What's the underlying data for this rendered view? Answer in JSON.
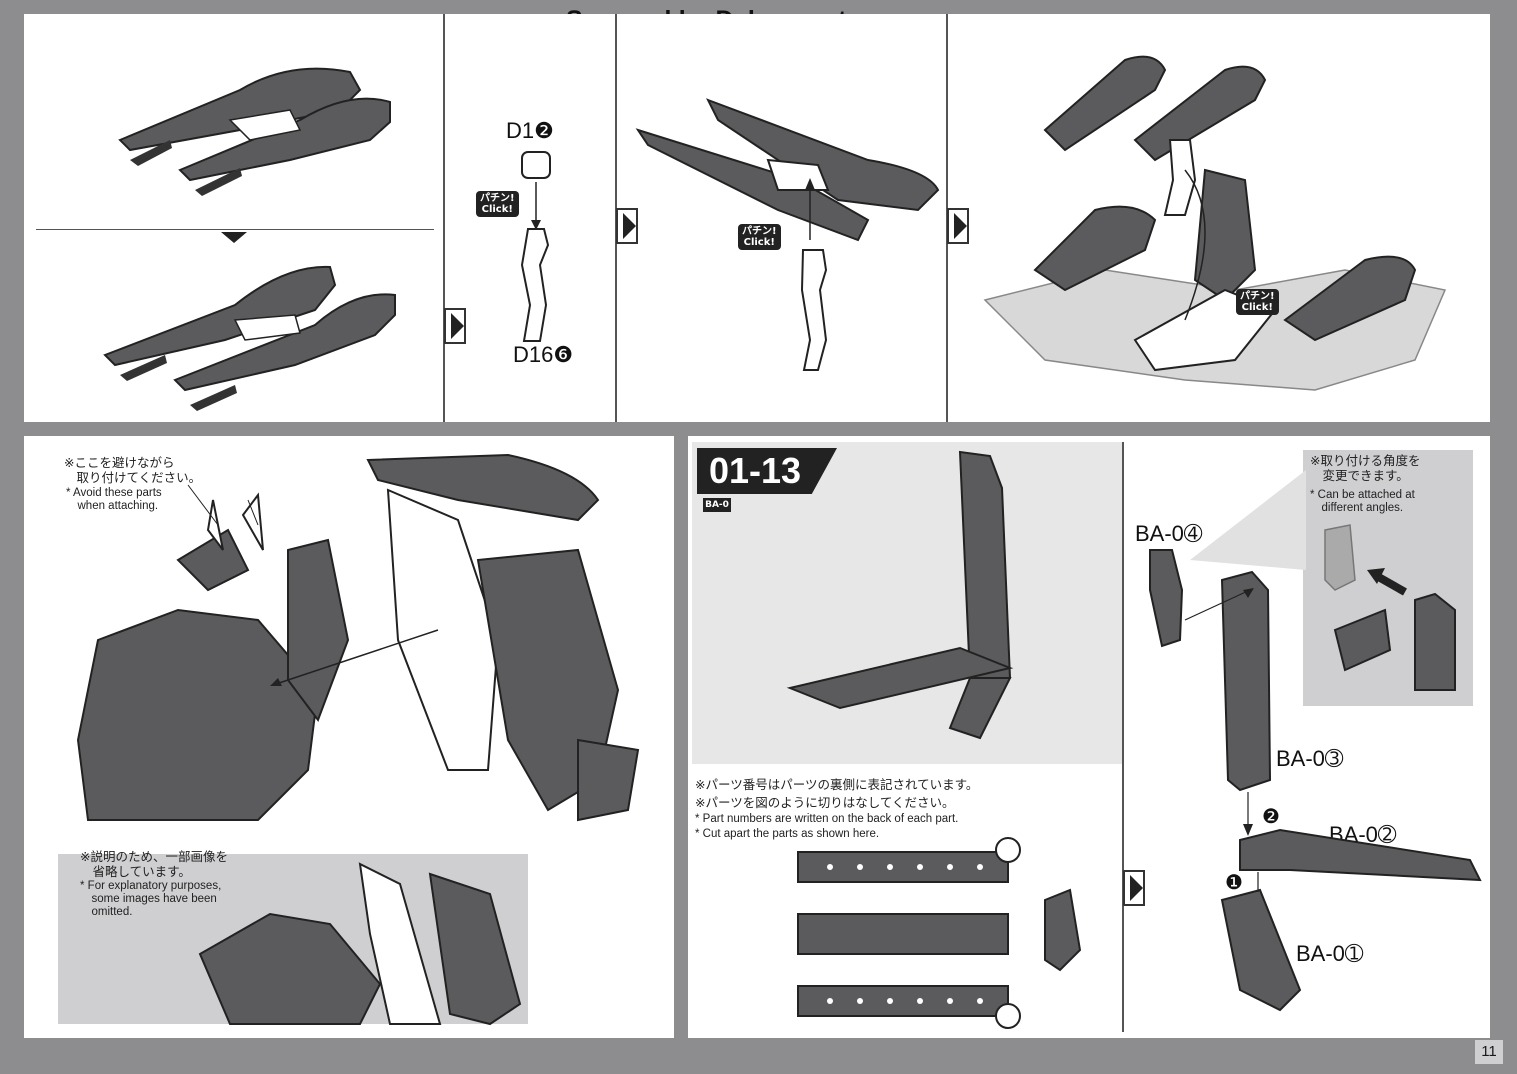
{
  "watermark": "Scanned by Dalong.net",
  "top_row": {
    "step2_part_a": "D1❷",
    "step2_part_b": "D16❻",
    "click_jp": "パチン!",
    "click_en": "Click!"
  },
  "middle_left": {
    "note_avoid_jp": "※ここを避けながら\n　取り付けてください。",
    "note_avoid_en": "* Avoid these parts\n　when attaching.",
    "inset_note_jp": "※説明のため、一部画像を\n　省略しています。",
    "inset_note_en": "* For explanatory purposes,\n　some images have been\n　omitted."
  },
  "step_01_13": {
    "step_number": "01-13",
    "sub_code": "BA-0",
    "note_jp_1": "※パーツ番号はパーツの裏側に表記されています。",
    "note_jp_2": "※パーツを図のように切りはなしてください。",
    "note_en_1": "* Part numbers are written on the back of each part.",
    "note_en_2": "* Cut apart the parts as shown here.",
    "angle_note_jp": "※取り付ける角度を\n　変更できます。",
    "angle_note_en": "* Can be attached at\n　different angles.",
    "part_4": "BA-0➃",
    "part_3": "BA-0➂",
    "part_2": "BA-0➁",
    "part_1": "BA-0➀",
    "order_1": "❶",
    "order_2": "❷"
  },
  "page_number": "11"
}
